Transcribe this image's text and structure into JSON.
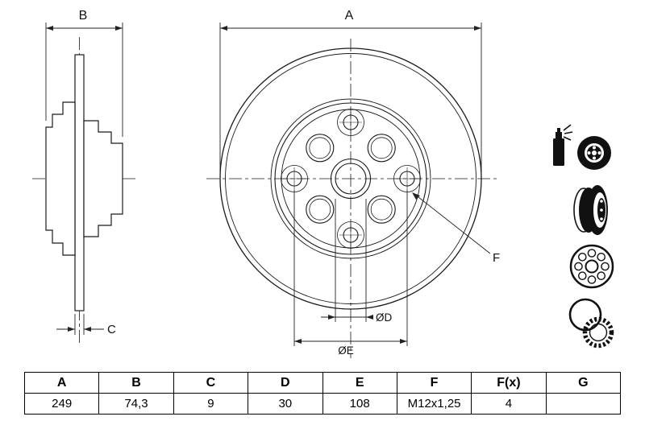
{
  "drawing": {
    "dim_labels": {
      "a": "A",
      "b": "B",
      "c": "C",
      "d": "ØD",
      "e": "ØE",
      "f": "F"
    }
  },
  "table": {
    "headers": [
      "A",
      "B",
      "C",
      "D",
      "E",
      "F",
      "F(x)",
      "G"
    ],
    "values": [
      "249",
      "74,3",
      "9",
      "30",
      "108",
      "M12x1,25",
      "4",
      ""
    ]
  },
  "icons": [
    {
      "name": "spray-can-and-disc-icon"
    },
    {
      "name": "brake-disc-icon"
    },
    {
      "name": "wheel-bearing-icon"
    },
    {
      "name": "abs-sensor-rings-icon"
    }
  ],
  "colors": {
    "line": "#1a1a1a",
    "background": "#ffffff",
    "table_border": "#000000"
  }
}
